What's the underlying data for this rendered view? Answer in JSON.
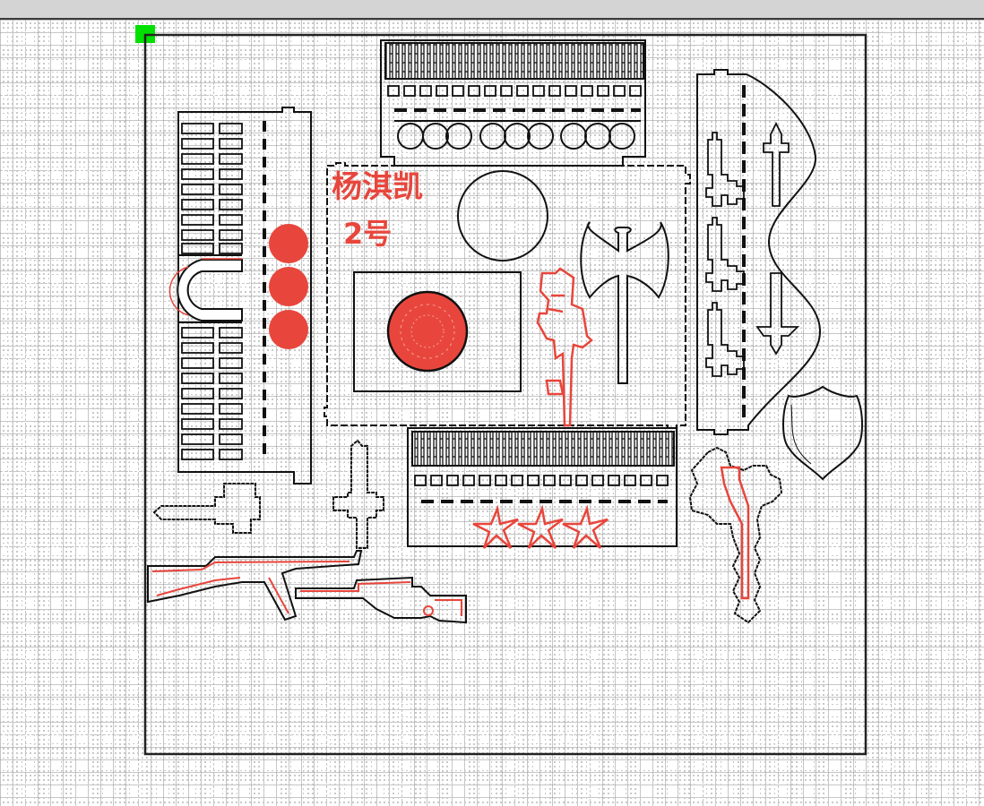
{
  "labels": {
    "name": "杨淇凯",
    "number": "2号"
  },
  "colors": {
    "cut_stroke": "#111111",
    "engrave": "#e8463c",
    "origin_marker": "#00e000",
    "toolbar": "#d4d4d4"
  },
  "icons": {
    "origin": "origin-marker-square",
    "axe": "axe-icon",
    "shield": "shield-icon",
    "rifle": "assault-rifle-icon",
    "sniper": "sniper-rifle-icon",
    "sword": "pixel-sword-icon",
    "star": "shuriken-icon"
  }
}
